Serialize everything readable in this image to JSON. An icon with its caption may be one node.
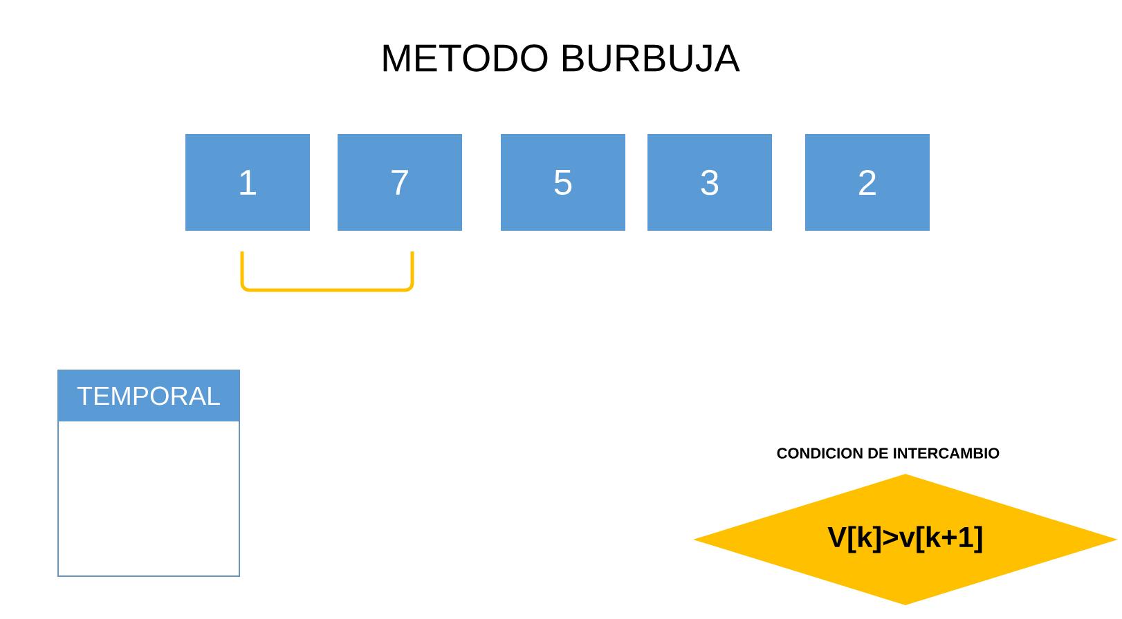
{
  "diagram": {
    "title": "METODO BURBUJA",
    "nodes": [
      {
        "text": [
          "1"
        ]
      },
      {
        "text": [
          "7"
        ]
      },
      {
        "text": [
          "5"
        ]
      },
      {
        "text": [
          "3"
        ]
      },
      {
        "text": [
          "2"
        ]
      },
      {
        "text": [
          "TEMPORAL"
        ]
      },
      {
        "text": [
          "CONDICION DE INTERCAMBIO",
          "V[k]>v[k+1]"
        ]
      }
    ],
    "edges": []
  }
}
